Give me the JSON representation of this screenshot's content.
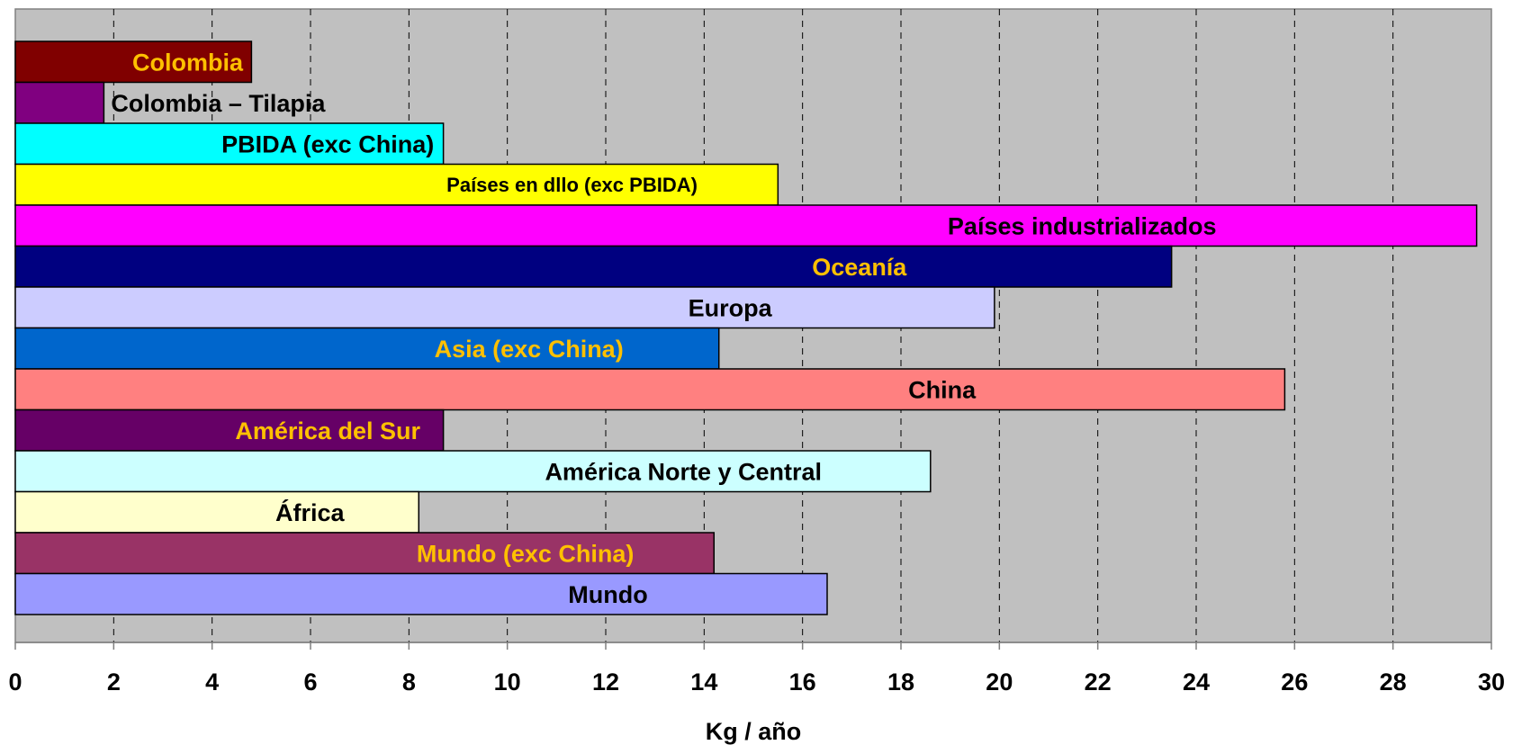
{
  "chart_data": {
    "type": "bar",
    "orientation": "horizontal",
    "xlabel": "Kg / año",
    "xlim": [
      0,
      30
    ],
    "x_ticks": [
      "0",
      "2",
      "4",
      "6",
      "8",
      "10",
      "12",
      "14",
      "16",
      "18",
      "20",
      "22",
      "24",
      "26",
      "28",
      "30"
    ],
    "grid": "vertical dashed",
    "plot_background": "#c0c0c0",
    "bars": [
      {
        "label": "Colombia",
        "value": 4.8,
        "color": "#800000",
        "label_color": "#ffc000"
      },
      {
        "label": "Colombia – Tilapia",
        "value": 1.8,
        "color": "#800080",
        "label_color": "#000000"
      },
      {
        "label": "PBIDA (exc China)",
        "value": 8.7,
        "color": "#00ffff",
        "label_color": "#000000"
      },
      {
        "label": "Países en dllo (exc PBIDA)",
        "value": 15.5,
        "color": "#ffff00",
        "label_color": "#000000"
      },
      {
        "label": "Países industrializados",
        "value": 29.7,
        "color": "#ff00ff",
        "label_color": "#000000"
      },
      {
        "label": "Oceanía",
        "value": 23.5,
        "color": "#000080",
        "label_color": "#ffc000"
      },
      {
        "label": "Europa",
        "value": 19.9,
        "color": "#ccccff",
        "label_color": "#000000"
      },
      {
        "label": "Asia (exc China)",
        "value": 14.3,
        "color": "#0066cc",
        "label_color": "#ffc000"
      },
      {
        "label": "China",
        "value": 25.8,
        "color": "#ff8080",
        "label_color": "#000000"
      },
      {
        "label": "América del Sur",
        "value": 8.7,
        "color": "#660066",
        "label_color": "#ffc000"
      },
      {
        "label": "América Norte y Central",
        "value": 18.6,
        "color": "#ccffff",
        "label_color": "#000000"
      },
      {
        "label": "África",
        "value": 8.2,
        "color": "#ffffcc",
        "label_color": "#000000"
      },
      {
        "label": "Mundo (exc China)",
        "value": 14.2,
        "color": "#993366",
        "label_color": "#ffc000"
      },
      {
        "label": "Mundo",
        "value": 16.5,
        "color": "#9999ff",
        "label_color": "#000000"
      }
    ]
  }
}
